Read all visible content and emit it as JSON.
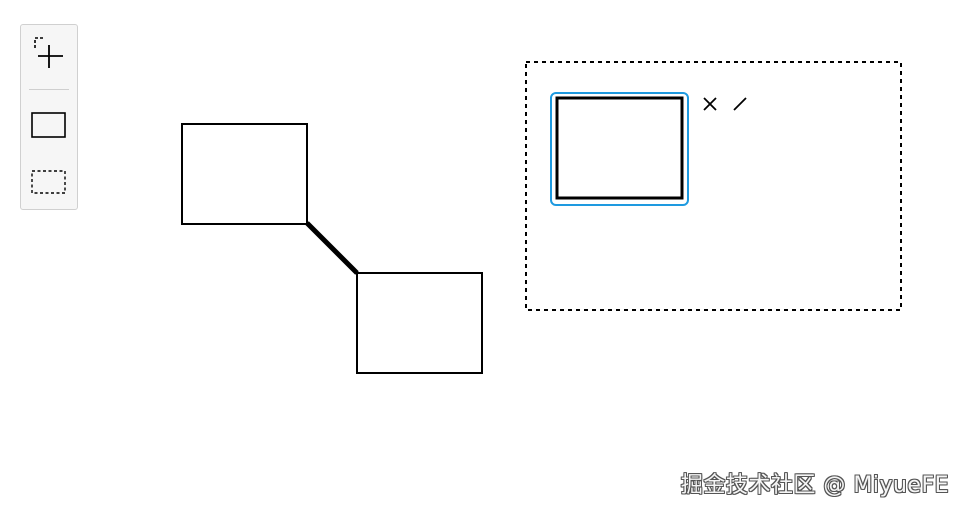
{
  "palette": {
    "tools": [
      {
        "icon": "create-participant-icon",
        "title": ""
      },
      {
        "icon": "create-task-icon",
        "title": ""
      },
      {
        "icon": "create-subprocess-icon",
        "title": ""
      }
    ]
  },
  "diagram": {
    "shapes": [
      {
        "id": "task-a",
        "kind": "task"
      },
      {
        "id": "task-b",
        "kind": "task"
      },
      {
        "id": "container",
        "kind": "dashed-group"
      },
      {
        "id": "task-c",
        "kind": "task",
        "selected": true
      }
    ],
    "connections": [
      {
        "from": "task-a",
        "to": "task-b"
      }
    ]
  },
  "context_pad": {
    "entries": [
      {
        "icon": "delete-icon",
        "glyph": "×"
      },
      {
        "icon": "connect-icon",
        "glyph": "∕"
      }
    ]
  },
  "colors": {
    "selection": "#1e9ae0",
    "stroke": "#000000",
    "palette_bg": "#f6f6f6"
  },
  "watermark": {
    "text": "掘金技术社区 @ MiyueFE"
  }
}
